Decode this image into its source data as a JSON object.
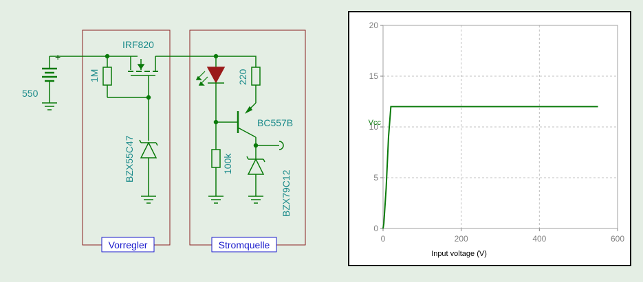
{
  "schematic": {
    "source_value": "550",
    "resistor_gate": "1M",
    "mosfet": "IRF820",
    "zener_pre": "BZX55C47",
    "resistor_emitter": "220",
    "transistor": "BC557B",
    "resistor_base": "100k",
    "zener_out": "BZX79C12",
    "plus_sign": "+",
    "block_left_label": "Vorregler",
    "block_right_label": "Stromquelle"
  },
  "chart_data": {
    "type": "line",
    "xlabel": "Input voltage (V)",
    "ylabel": "",
    "xlim": [
      0,
      600
    ],
    "ylim": [
      0,
      20
    ],
    "xticks": [
      0,
      200,
      400,
      600
    ],
    "yticks": [
      0,
      5,
      10,
      15,
      20
    ],
    "grid": true,
    "series": [
      {
        "name": "Vcc",
        "x": [
          0,
          2,
          8,
          14,
          20,
          100,
          200,
          300,
          400,
          550
        ],
        "y": [
          0,
          0.5,
          4,
          9,
          12,
          12,
          12,
          12,
          12,
          12
        ]
      }
    ]
  },
  "colors": {
    "background": "#e4eee4",
    "wire": "#0a7a0a",
    "text": "#1a8a8a",
    "label": "#1a1acc",
    "led": "#9a1a1a"
  }
}
